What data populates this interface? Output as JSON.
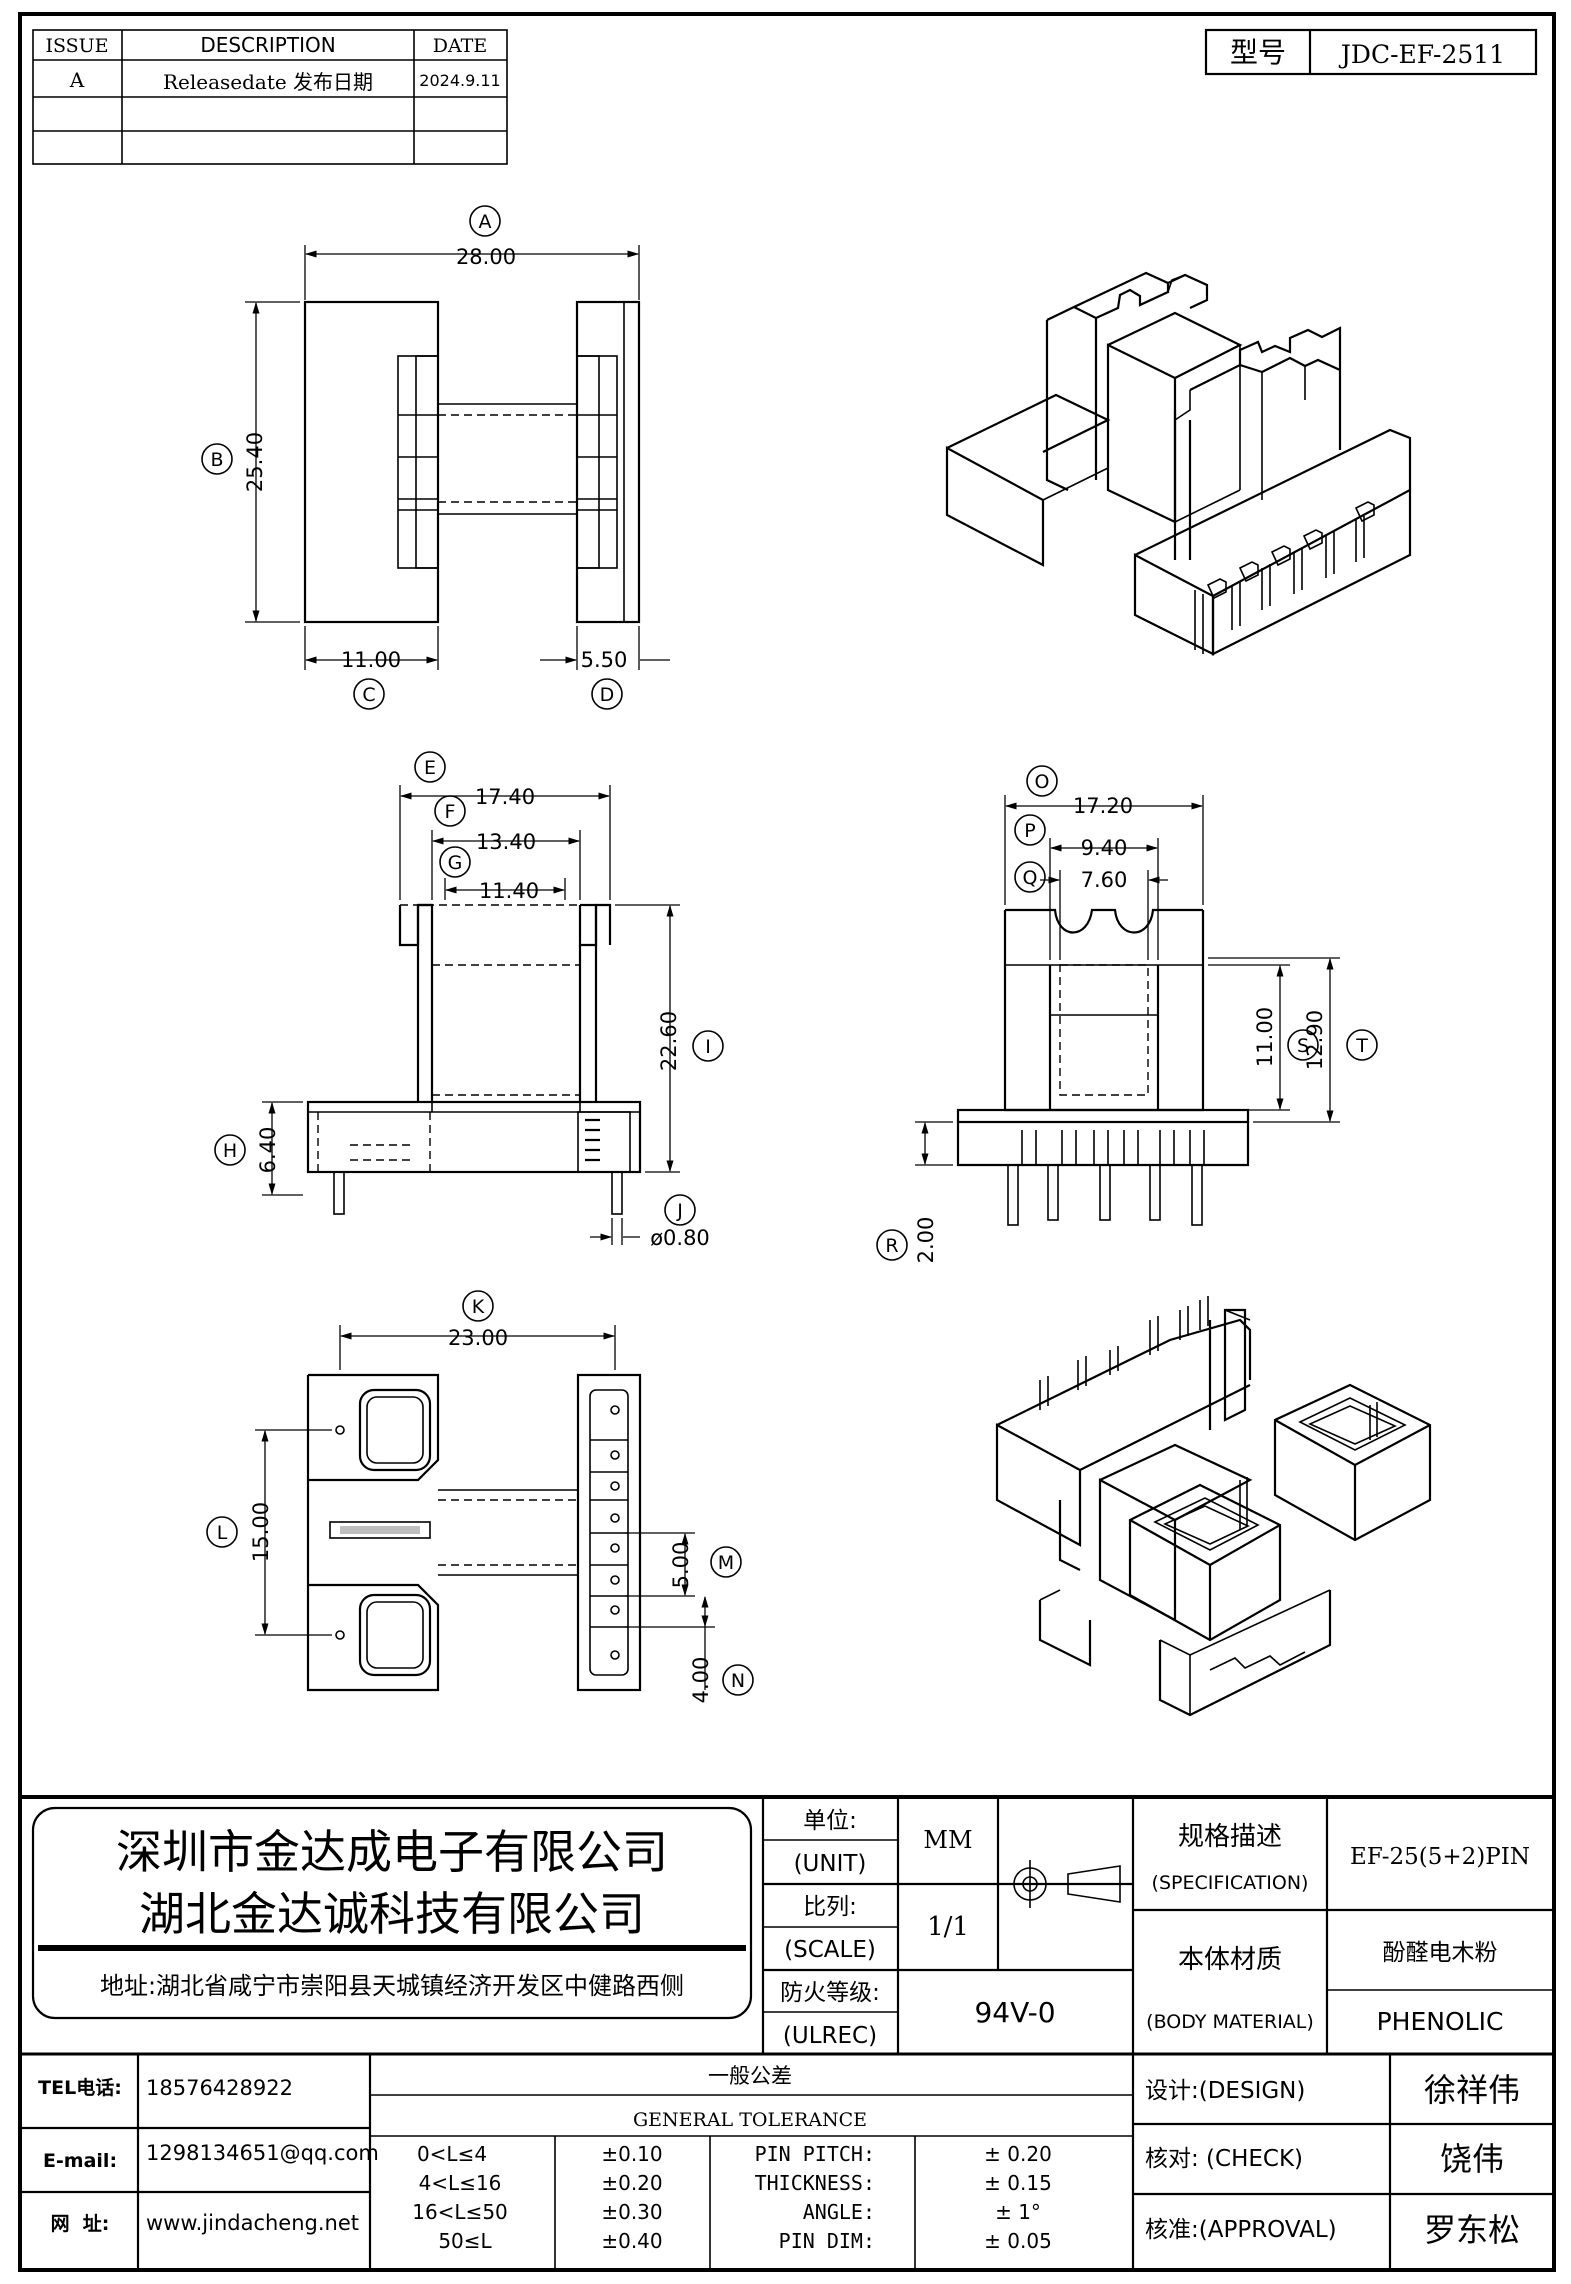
{
  "revision_table": {
    "headers": [
      "ISSUE",
      "DESCRIPTION",
      "DATE"
    ],
    "rows": [
      {
        "issue": "A",
        "description": "Releasedate 发布日期",
        "date": "2024.9.11"
      },
      {
        "issue": "",
        "description": "",
        "date": ""
      },
      {
        "issue": "",
        "description": "",
        "date": ""
      }
    ]
  },
  "model_box": {
    "label": "型号",
    "value": "JDC-EF-2511"
  },
  "views": {
    "top": {
      "dims": [
        {
          "tag": "A",
          "value": "28.00"
        },
        {
          "tag": "B",
          "value": "25.40"
        },
        {
          "tag": "C",
          "value": "11.00"
        },
        {
          "tag": "D",
          "value": "5.50"
        }
      ]
    },
    "front": {
      "dims": [
        {
          "tag": "E",
          "value": "17.40"
        },
        {
          "tag": "F",
          "value": "13.40"
        },
        {
          "tag": "G",
          "value": "11.40"
        },
        {
          "tag": "I",
          "value": "22.60"
        },
        {
          "tag": "H",
          "value": "6.40"
        },
        {
          "tag": "J",
          "value": "ø0.80"
        }
      ]
    },
    "side": {
      "dims": [
        {
          "tag": "O",
          "value": "17.20"
        },
        {
          "tag": "P",
          "value": "9.40"
        },
        {
          "tag": "Q",
          "value": "7.60"
        },
        {
          "tag": "S",
          "value": "11.00"
        },
        {
          "tag": "T",
          "value": "12.90"
        },
        {
          "tag": "R",
          "value": "2.00"
        }
      ]
    },
    "bottom": {
      "dims": [
        {
          "tag": "K",
          "value": "23.00"
        },
        {
          "tag": "L",
          "value": "15.00"
        },
        {
          "tag": "M",
          "value": "5.00"
        },
        {
          "tag": "N",
          "value": "4.00"
        }
      ]
    }
  },
  "title_block": {
    "company_1": "深圳市金达成电子有限公司",
    "company_2": "湖北金达诚科技有限公司",
    "address": "地址:湖北省咸宁市崇阳县天城镇经济开发区中健路西侧",
    "unit_cn": "单位:",
    "unit_en": "(UNIT)",
    "unit_value": "MM",
    "scale_cn": "比列:",
    "scale_en": "(SCALE)",
    "scale_value": "1/1",
    "fire_cn": "防火等级:",
    "fire_en": "(ULREC)",
    "fire_value": "94V-0",
    "spec_cn": "规格描述",
    "spec_en": "(SPECIFICATION)",
    "spec_value": "EF-25(5+2)PIN",
    "material_cn": "本体材质",
    "material_en": "(BODY MATERIAL)",
    "material_value_cn": "酚醛电木粉",
    "material_value_en": "PHENOLIC",
    "tel_label": "TEL电话:",
    "tel_value": "18576428922",
    "email_label": "E-mail:",
    "email_value": "1298134651@qq.com",
    "web_label": "网  址:",
    "web_value": "www.jindacheng.net",
    "tolerance_cn": "一般公差",
    "tolerance_en": "GENERAL TOLERANCE",
    "tolerance_ranges": [
      {
        "range": "0<L≤4",
        "tol": "±0.10"
      },
      {
        "range": "4<L≤16",
        "tol": "±0.20"
      },
      {
        "range": "16<L≤50",
        "tol": "±0.30"
      },
      {
        "range": "50≤L",
        "tol": "±0.40"
      }
    ],
    "tolerance_items": [
      {
        "label": "PIN PITCH:",
        "value": "± 0.20"
      },
      {
        "label": "THICKNESS:",
        "value": "± 0.15"
      },
      {
        "label": "ANGLE:",
        "value": "± 1°"
      },
      {
        "label": "PIN DIM:",
        "value": "± 0.05"
      }
    ],
    "design_label": "设计:(DESIGN)",
    "design_name": "徐祥伟",
    "check_label": "核对: (CHECK)",
    "check_name": "饶伟",
    "approval_label": "核准:(APPROVAL)",
    "approval_name": "罗东松"
  }
}
